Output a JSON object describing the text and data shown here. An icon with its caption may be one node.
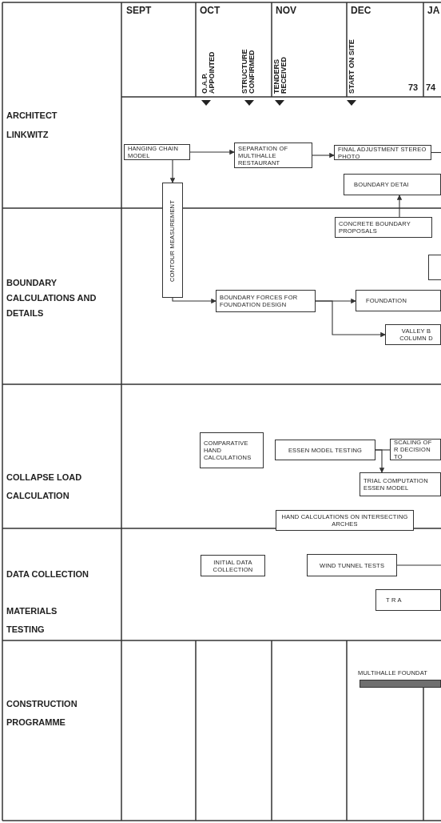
{
  "diagram": {
    "nodes": [
      {
        "text": [
          "HANGING CHAIN MODEL"
        ]
      },
      {
        "text": [
          "SEPARATION OF MULTIHALLE RESTAURANT"
        ]
      },
      {
        "text": [
          "FINAL ADJUSTMENT STEREO PHOTO"
        ]
      },
      {
        "text": [
          "BOUNDARY DETAI"
        ]
      },
      {
        "text": [
          "CONTOUR MEASUREMENT"
        ]
      },
      {
        "text": [
          "CONCRETE BOUNDARY PROPOSALS"
        ]
      },
      {
        "text": [],
        "shape": "box"
      },
      {
        "text": [
          "BOUNDARY FORCES FOR FOUNDATION DESIGN"
        ]
      },
      {
        "text": [
          "FOUNDATION"
        ]
      },
      {
        "text": [
          "VALLEY B COLUMN D"
        ]
      },
      {
        "text": [
          "COMPARATIVE HAND CALCULATIONS"
        ]
      },
      {
        "text": [
          "ESSEN MODEL TESTING"
        ]
      },
      {
        "text": [
          "SCALING OF R DECISION TO"
        ]
      },
      {
        "text": [
          "TRIAL COMPUTATION ESSEN MODEL"
        ]
      },
      {
        "text": [
          "HAND CALCULATIONS ON INTERSECTING ARCHES"
        ]
      },
      {
        "text": [
          "INITIAL DATA COLLECTION"
        ]
      },
      {
        "text": [
          "WIND TUNNEL TESTS"
        ]
      },
      {
        "text": [
          "T R A"
        ]
      },
      {
        "text": [
          "MULTIHALLE FOUNDAT"
        ]
      }
    ],
    "edges": [
      {
        "from": 0,
        "to": 1,
        "arrow": "to"
      },
      {
        "from": 1,
        "to": 2,
        "arrow": "to"
      },
      {
        "from": 2,
        "to": null,
        "arrow": "none"
      },
      {
        "from": 0,
        "to": 4,
        "arrow": "to"
      },
      {
        "from": 5,
        "to": 3,
        "arrow": "to"
      },
      {
        "from": 4,
        "to": 7,
        "arrow": "to"
      },
      {
        "from": 7,
        "to": 8,
        "arrow": "to"
      },
      {
        "from": 7,
        "to": 9,
        "arrow": "to"
      },
      {
        "from": 11,
        "to": 12,
        "arrow": "none"
      },
      {
        "from": 11,
        "to": 13,
        "arrow": "to"
      },
      {
        "from": 16,
        "to": null,
        "arrow": "none"
      }
    ],
    "labels": [
      "SEPT",
      "OCT",
      "NOV",
      "DEC",
      "JA",
      "O.A.P. APPOINTED",
      "STRUCTURE CONFIRMED",
      "TENDERS RECEIVED",
      "START ON SITE",
      "73",
      "74",
      "ARCHITECT LINKWITZ",
      "BOUNDARY CALCULATIONS AND DETAILS",
      "COLLAPSE LOAD CALCULATION",
      "DATA COLLECTION",
      "MATERIALS TESTING",
      "CONSTRUCTION PROGRAMME"
    ]
  }
}
